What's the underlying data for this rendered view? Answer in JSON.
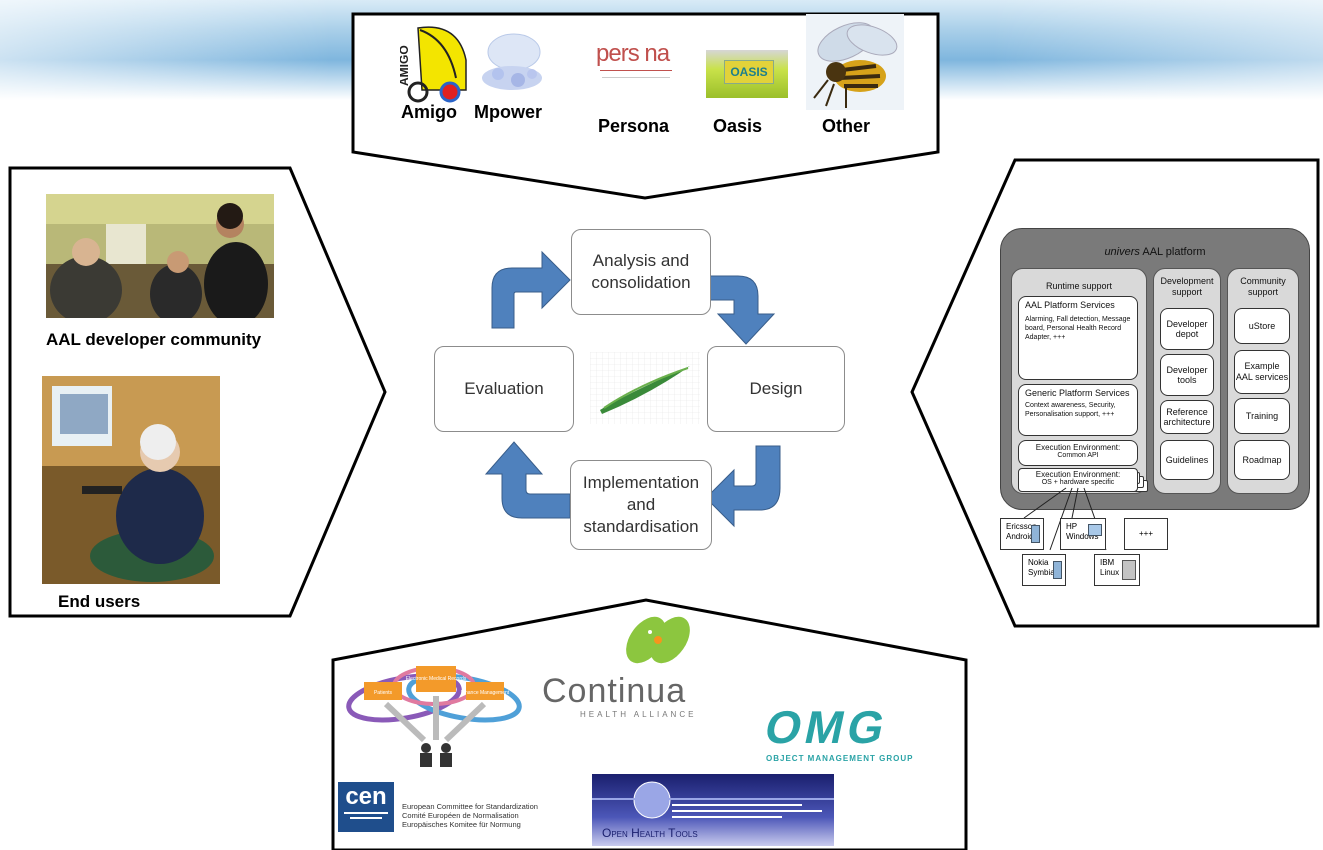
{
  "projects": {
    "items": [
      {
        "label": "Amigo",
        "logo_text": "AMIGO"
      },
      {
        "label": "Mpower"
      },
      {
        "label": "Persona",
        "logo_text": "pers na"
      },
      {
        "label": "Oasis",
        "logo_text": "OASIS"
      },
      {
        "label": "Other"
      }
    ]
  },
  "community": {
    "developers_label": "AAL developer community",
    "end_users_label": "End users"
  },
  "cycle": {
    "analysis": "Analysis and consolidation",
    "design": "Design",
    "implementation": "Implementation and standardisation",
    "evaluation": "Evaluation"
  },
  "platform": {
    "title_italic": "univers",
    "title_rest": "AAL platform",
    "runtime": {
      "title": "Runtime support",
      "services_title": "AAL Platform Services",
      "services_text": "Alarming, Fall detection, Message board, Personal Health Record Adapter, +++",
      "generic_title": "Generic Platform Services",
      "generic_text": "Context awareness, Security, Personalisation support, +++",
      "exec1_title": "Execution Environment:",
      "exec1_text": "Common API",
      "exec2_title": "Execution Environment:",
      "exec2_text": "OS + hardware specific"
    },
    "development": {
      "title": "Development support",
      "items": [
        "Developer depot",
        "Developer tools",
        "Reference architecture",
        "Guidelines"
      ]
    },
    "community": {
      "title": "Community support",
      "items": [
        "uStore",
        "Example AAL services",
        "Training",
        "Roadmap"
      ]
    },
    "devices": [
      {
        "vendor": "Ericsson",
        "os": "Android"
      },
      {
        "vendor": "HP",
        "os": "Windows"
      },
      {
        "vendor": "",
        "os": "+++"
      },
      {
        "vendor": "Nokia",
        "os": "Symbian"
      },
      {
        "vendor": "IBM",
        "os": "Linux"
      }
    ]
  },
  "standards": {
    "ehr_labels": [
      "Patients",
      "Electronic Medical Records",
      "Finance Management"
    ],
    "continua": {
      "name": "Continua",
      "sub": "HEALTH ALLIANCE"
    },
    "omg": {
      "name": "OMG",
      "sub": "OBJECT MANAGEMENT GROUP"
    },
    "cen": {
      "name": "cen",
      "lines": [
        "European Committee for Standardization",
        "Comité Européen de Normalisation",
        "Europäisches Komitee für Normung"
      ]
    },
    "oht": {
      "name": "Open Health Tools"
    }
  },
  "colors": {
    "arrow": "#4f81bd",
    "platform_outer": "#7a7a7a",
    "platform_inner": "#d9d9d9",
    "omg": "#2aa3a6",
    "cen": "#1f4e8c",
    "continua_green": "#8cc63f"
  }
}
